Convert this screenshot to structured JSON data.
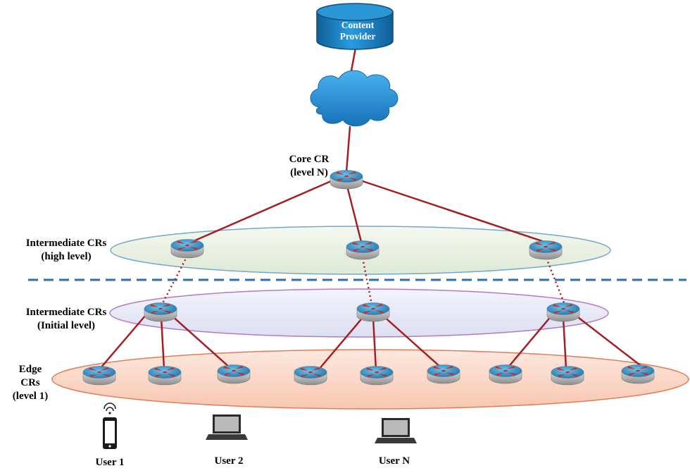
{
  "content_provider": {
    "line1": "Content",
    "line2": "Provider"
  },
  "core": {
    "line1": "Core CR",
    "line2": "(level N)"
  },
  "intermediate_high": {
    "line1": "Intermediate CRs",
    "line2": "(high level)"
  },
  "intermediate_initial": {
    "line1": "Intermediate CRs",
    "line2": "(Initial level)"
  },
  "edge": {
    "line1": "Edge",
    "line2": "CRs",
    "line3": "(level 1)"
  },
  "users": [
    {
      "label": "User 1",
      "device": "smartphone-icon"
    },
    {
      "label": "User 2",
      "device": "laptop-icon"
    },
    {
      "label": "User N",
      "device": "laptop-icon"
    }
  ],
  "colors": {
    "link": "#a31f24",
    "router_body": "#b7b7b7",
    "router_top": "#2c93c9",
    "router_arrow": "#d12a1a",
    "cloud": "#1e8fd6",
    "database": "#1b7dbd",
    "separator": "#2f6fb5",
    "ellipse_high_fill": "#eaf1e4",
    "ellipse_high_stroke": "#72a8cc",
    "ellipse_initial_fill": "#e8eaf7",
    "ellipse_initial_stroke": "#b47ac2",
    "ellipse_edge_fill": "#fbd9c8",
    "ellipse_edge_stroke": "#e07c5a"
  }
}
